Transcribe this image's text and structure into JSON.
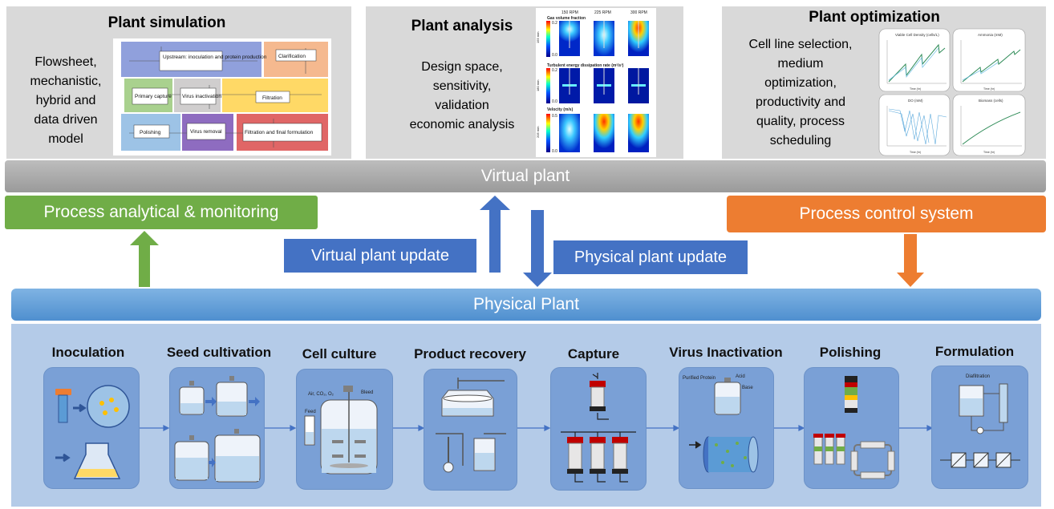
{
  "panels": {
    "simulation": {
      "title": "Plant simulation",
      "description": [
        "Flowsheet,",
        "mechanistic,",
        "hybrid and",
        "data driven",
        "model"
      ],
      "flowsheet_blocks": [
        "Upstream: inoculation and protein production",
        "Clarification",
        "Primary capture",
        "Virus inactivation",
        "Filtration",
        "Polishing",
        "Virus removal",
        "Filtration and final formulation"
      ]
    },
    "analysis": {
      "title": "Plant analysis",
      "description": [
        "Design space,",
        "sensitivity,",
        "validation",
        "economic analysis"
      ],
      "image_rpm_labels": [
        "150 RPM",
        "225 RPM",
        "300 RPM"
      ],
      "image_row_titles": [
        "Gas volume fraction",
        "Turbulent energy dissipation rate (m²/s³)",
        "Velocity (m/s)"
      ],
      "image_size_labels": [
        "155 mm",
        "180 mm",
        "205 mm"
      ],
      "image_scale_labels": [
        [
          "0.2",
          "0.0"
        ],
        [
          "0.2",
          "0.0"
        ],
        [
          "0.5",
          "0.0"
        ]
      ]
    },
    "optimization": {
      "title": "Plant optimization",
      "description": [
        "Cell line selection,",
        "medium",
        "optimization,",
        "productivity and",
        "quality, process",
        "scheduling"
      ],
      "plot_titles": [
        "Viable Cell Density (cells/L)",
        "Ammonia (mM)",
        "DO (mM)",
        "Biomass (cells)"
      ],
      "plot_xlabel": "Time (hr)"
    }
  },
  "virtual_plant": "Virtual plant",
  "process_analytical": "Process analytical & monitoring",
  "process_control": "Process control system",
  "virtual_update": "Virtual plant update",
  "physical_update": "Physical plant update",
  "physical_plant": "Physical Plant",
  "stages": [
    {
      "title": "Inoculation"
    },
    {
      "title": "Seed cultivation"
    },
    {
      "title": "Cell culture",
      "labels": [
        "Air, CO₂, O₂",
        "Bleed",
        "Feed"
      ]
    },
    {
      "title": "Product recovery"
    },
    {
      "title": "Capture"
    },
    {
      "title": "Virus Inactivation",
      "labels": [
        "Purified Protein",
        "Acid",
        "Base"
      ]
    },
    {
      "title": "Polishing"
    },
    {
      "title": "Formulation",
      "labels": [
        "Diafiltration"
      ]
    }
  ],
  "colors": {
    "panel_bg": "#d9d9d9",
    "virtual_bar": "#a6a6a6",
    "green": "#70ad47",
    "orange": "#ed7d31",
    "blue_dark": "#4472c4",
    "blue_bar": "#5b9bd5",
    "stage_area": "#b4cbe8",
    "stage_box": "#7aa0d6"
  }
}
